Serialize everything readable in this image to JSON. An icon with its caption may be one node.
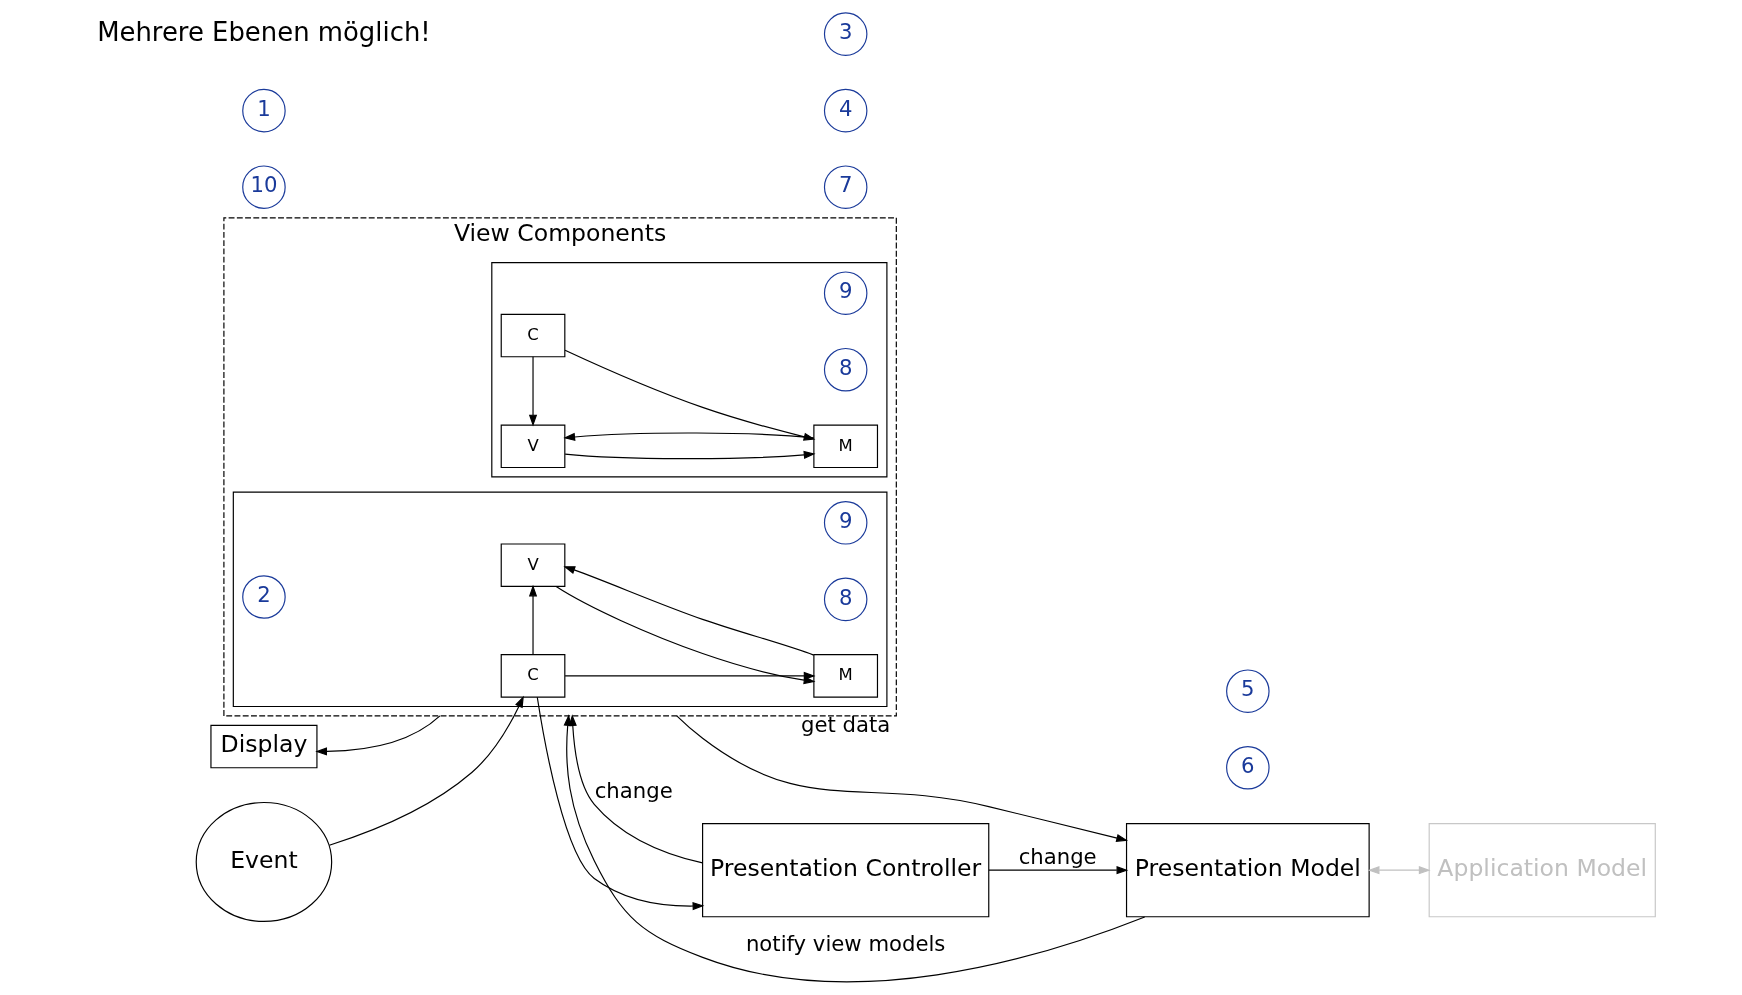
{
  "diagram": {
    "nodes": [
      {
        "text": [
          "View Components"
        ]
      },
      {
        "text": [],
        "shape": "box",
        "in": 0
      },
      {
        "text": [
          "V"
        ],
        "in": 1
      },
      {
        "text": [
          "9"
        ],
        "in": 1
      },
      {
        "text": [
          "8"
        ],
        "in": 1
      },
      {
        "text": [
          "M"
        ],
        "in": 1
      },
      {
        "text": [
          "C"
        ],
        "in": 1
      },
      {
        "text": [
          "10"
        ]
      },
      {
        "text": [
          "Display"
        ]
      },
      {
        "text": [
          "7"
        ]
      },
      {
        "text": [
          "6"
        ]
      },
      {
        "text": [
          "Presentation Model"
        ]
      },
      {
        "text": [
          "Application Model"
        ]
      },
      {
        "text": [],
        "shape": "box",
        "in": 0
      },
      {
        "text": [
          "V"
        ],
        "in": 13
      },
      {
        "text": [
          "9"
        ],
        "in": 13
      },
      {
        "text": [
          "8"
        ],
        "in": 13
      },
      {
        "text": [
          "2"
        ],
        "in": 13
      },
      {
        "text": [
          "M"
        ],
        "in": 13
      },
      {
        "text": [
          "C"
        ],
        "in": 13
      },
      {
        "text": [
          "Event"
        ]
      },
      {
        "text": [
          "1"
        ]
      },
      {
        "text": [
          "4"
        ]
      },
      {
        "text": [
          "3"
        ]
      },
      {
        "text": [
          "5"
        ]
      },
      {
        "text": [
          "Presentation Controller"
        ]
      }
    ],
    "edges": [
      {
        "from": 2,
        "to": 5,
        "arrow": "to"
      },
      {
        "from": 6,
        "to": 2,
        "arrow": "to"
      },
      {
        "from": 6,
        "to": 5,
        "arrow": "to"
      },
      {
        "from": 5,
        "to": 2,
        "arrow": "to"
      },
      {
        "from": 14,
        "to": 18,
        "arrow": "to"
      },
      {
        "from": 19,
        "to": 14,
        "arrow": "to"
      },
      {
        "from": 19,
        "to": 18,
        "arrow": "to"
      },
      {
        "from": 18,
        "to": 14,
        "arrow": "to"
      },
      {
        "from": 20,
        "to": 19,
        "arrow": "to"
      },
      {
        "from": 0,
        "to": 8,
        "arrow": "to"
      },
      {
        "from": 11,
        "to": 0,
        "label": "notify view models",
        "arrow": "to"
      },
      {
        "from": 0,
        "to": 11,
        "label": "get data",
        "arrow": "to"
      },
      {
        "from": 11,
        "to": 12,
        "arrow": "both",
        "color": "#c0c0c0"
      },
      {
        "from": 19,
        "to": 25,
        "arrow": "to"
      },
      {
        "from": 25,
        "to": 0,
        "label": "change",
        "arrow": "to"
      },
      {
        "from": 25,
        "to": 11,
        "label": "change",
        "arrow": "to"
      }
    ],
    "labels": [
      "Mehrere Ebenen möglich!"
    ]
  }
}
